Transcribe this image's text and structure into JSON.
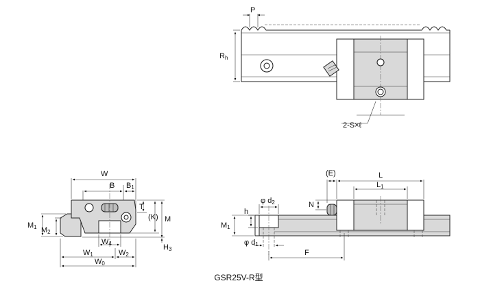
{
  "caption": "GSR25V-R型",
  "labels": {
    "pitch": "P",
    "rail_height": "R",
    "rail_height_sub": "h",
    "screw_note": "2-S×ℓ",
    "width": "W",
    "b": "B",
    "b1": "B",
    "b1_sub": "1",
    "t": "T",
    "k": "(K)",
    "m": "M",
    "m1": "M",
    "m1_sub": "1",
    "m2": "M",
    "m2_sub": "2",
    "w4": "W",
    "w4_sub": "4",
    "h3": "H",
    "h3_sub": "3",
    "w1": "W",
    "w1_sub": "1",
    "w2": "W",
    "w2_sub": "2",
    "w0": "W",
    "w0_sub": "0",
    "e": "(E)",
    "l": "L",
    "l1": "L",
    "l1_sub": "1",
    "n": "N",
    "d2": "φ d",
    "d2_sub": "2",
    "h": "h",
    "d1": "φ d",
    "d1_sub": "1",
    "m1_side": "M",
    "m1_side_sub": "1",
    "f": "F"
  }
}
